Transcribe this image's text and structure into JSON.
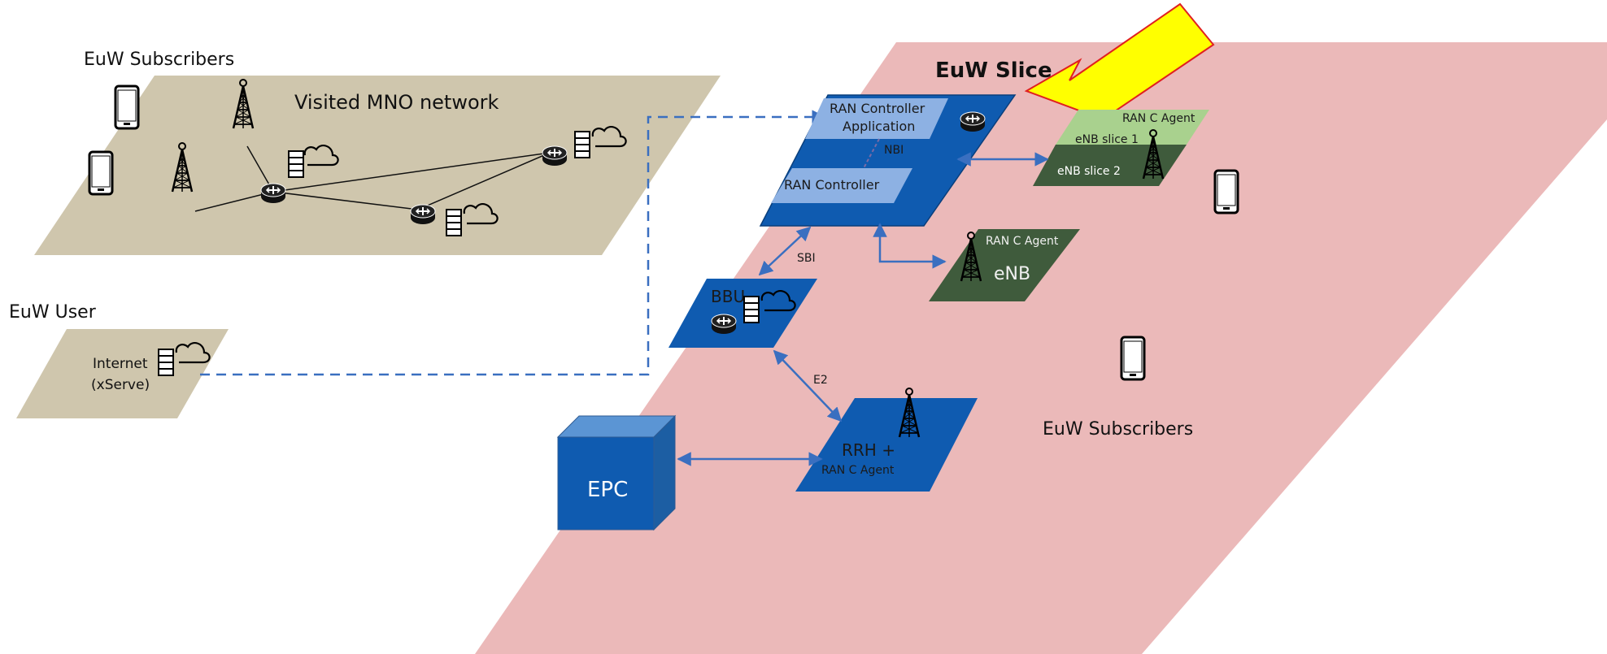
{
  "colors": {
    "mno_plane": "#cfc6ad",
    "slice_plane": "#ebb9b9",
    "blue_box": "#0f5bb0",
    "light_blue_box": "#8db1e3",
    "green_plane": "#3f5b3c",
    "light_green": "#a9d18e",
    "arrow_yellow": "#ffff00",
    "arrow_outline": "#e02020",
    "link_blue": "#3a6fc0"
  },
  "labels": {
    "subscribers_top": "EuW Subscribers",
    "subscribers_bottom": "EuW Subscribers",
    "user": "EuW User",
    "visited_network": "Visited MNO network",
    "internet_line1": "Internet",
    "internet_line2": "(xServe)",
    "slice_title": "EuW Slice",
    "ran_ctrl_app_line1": "RAN Controller",
    "ran_ctrl_app_line2": "Application",
    "nbi": "NBI",
    "ran_controller": "RAN Controller",
    "ran_c_agent_top": "RAN C Agent",
    "enb_slice_1": "eNB slice 1",
    "enb_slice_2": "eNB slice 2",
    "ran_c_agent_mid": "RAN C Agent",
    "enb": "eNB",
    "sbi": "SBI",
    "bbu": "BBU",
    "e2": "E2",
    "epc": "EPC",
    "rrh": "RRH +",
    "ran_c_agent_rrh": "RAN C Agent"
  },
  "icons": [
    "smartphone-icon",
    "cell-tower-icon",
    "router-icon",
    "server-stack-icon",
    "cloud-icon",
    "highlight-arrow-icon"
  ]
}
